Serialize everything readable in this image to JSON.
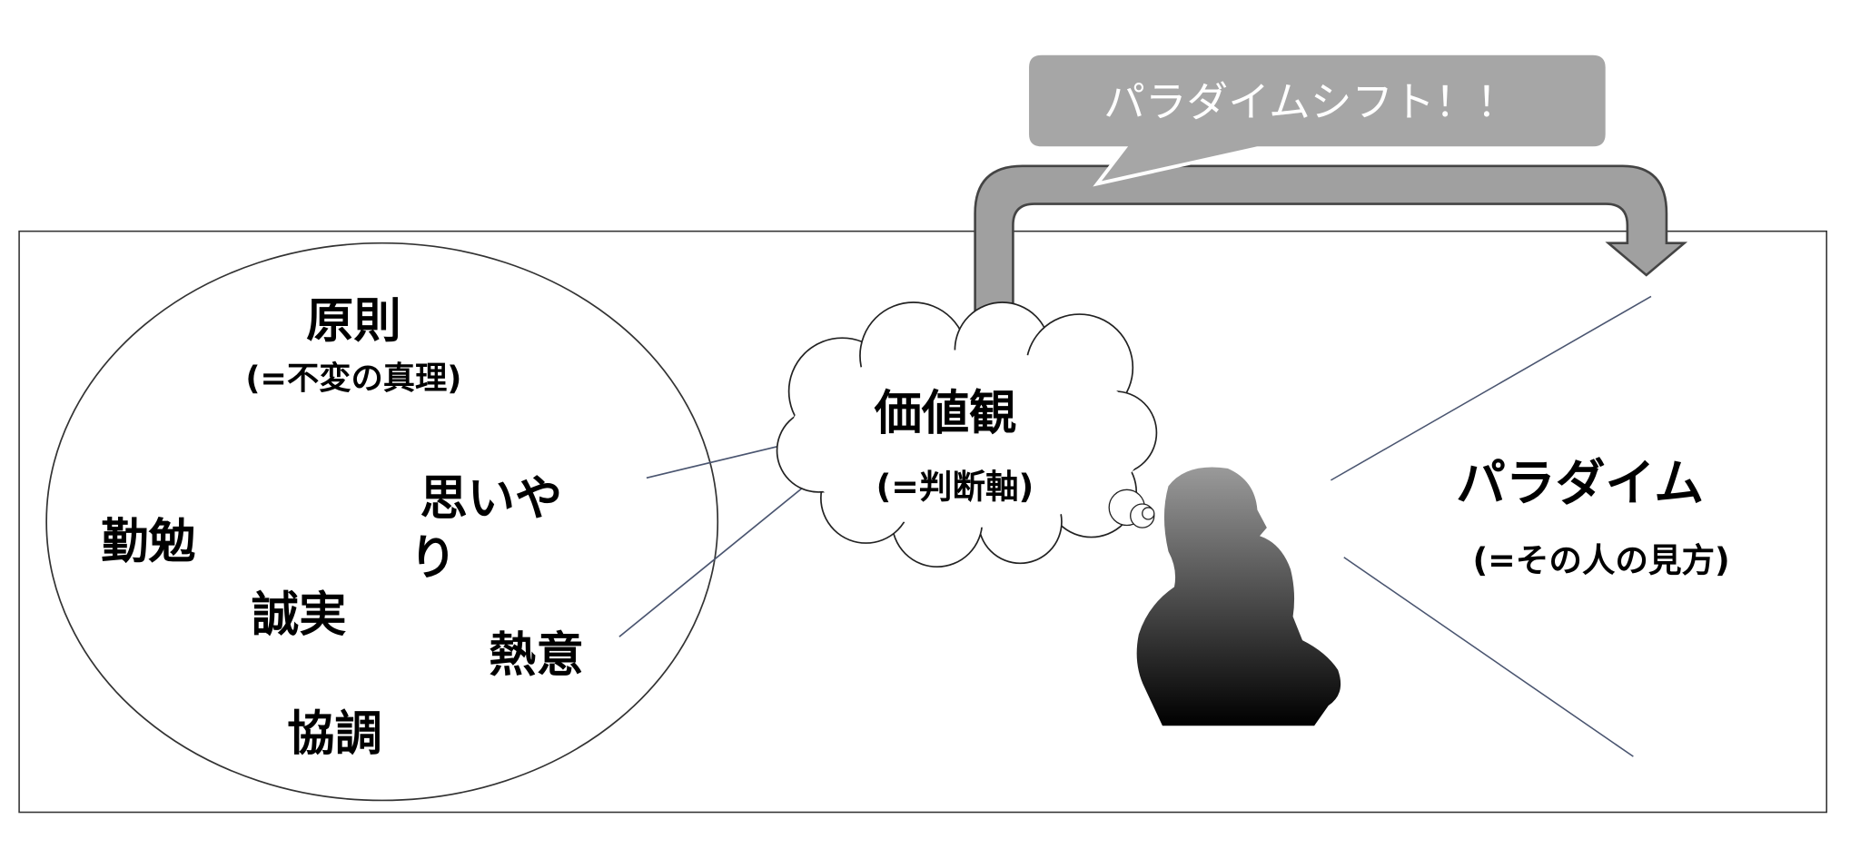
{
  "callout": {
    "text": "パラダイムシフト！！"
  },
  "principles": {
    "title": "原則",
    "subtitle": "(=不変の真理)",
    "items": [
      "勤勉",
      "思いや",
      "り",
      "誠実",
      "熱意",
      "協調"
    ]
  },
  "values": {
    "title": "価値観",
    "subtitle": "(=判断軸)"
  },
  "paradigm": {
    "title": "パラダイム",
    "subtitle": "(=その人の見方)"
  },
  "colors": {
    "arrow": "#a0a0a0",
    "callout": "#a6a6a6",
    "line": "#4a5570"
  }
}
